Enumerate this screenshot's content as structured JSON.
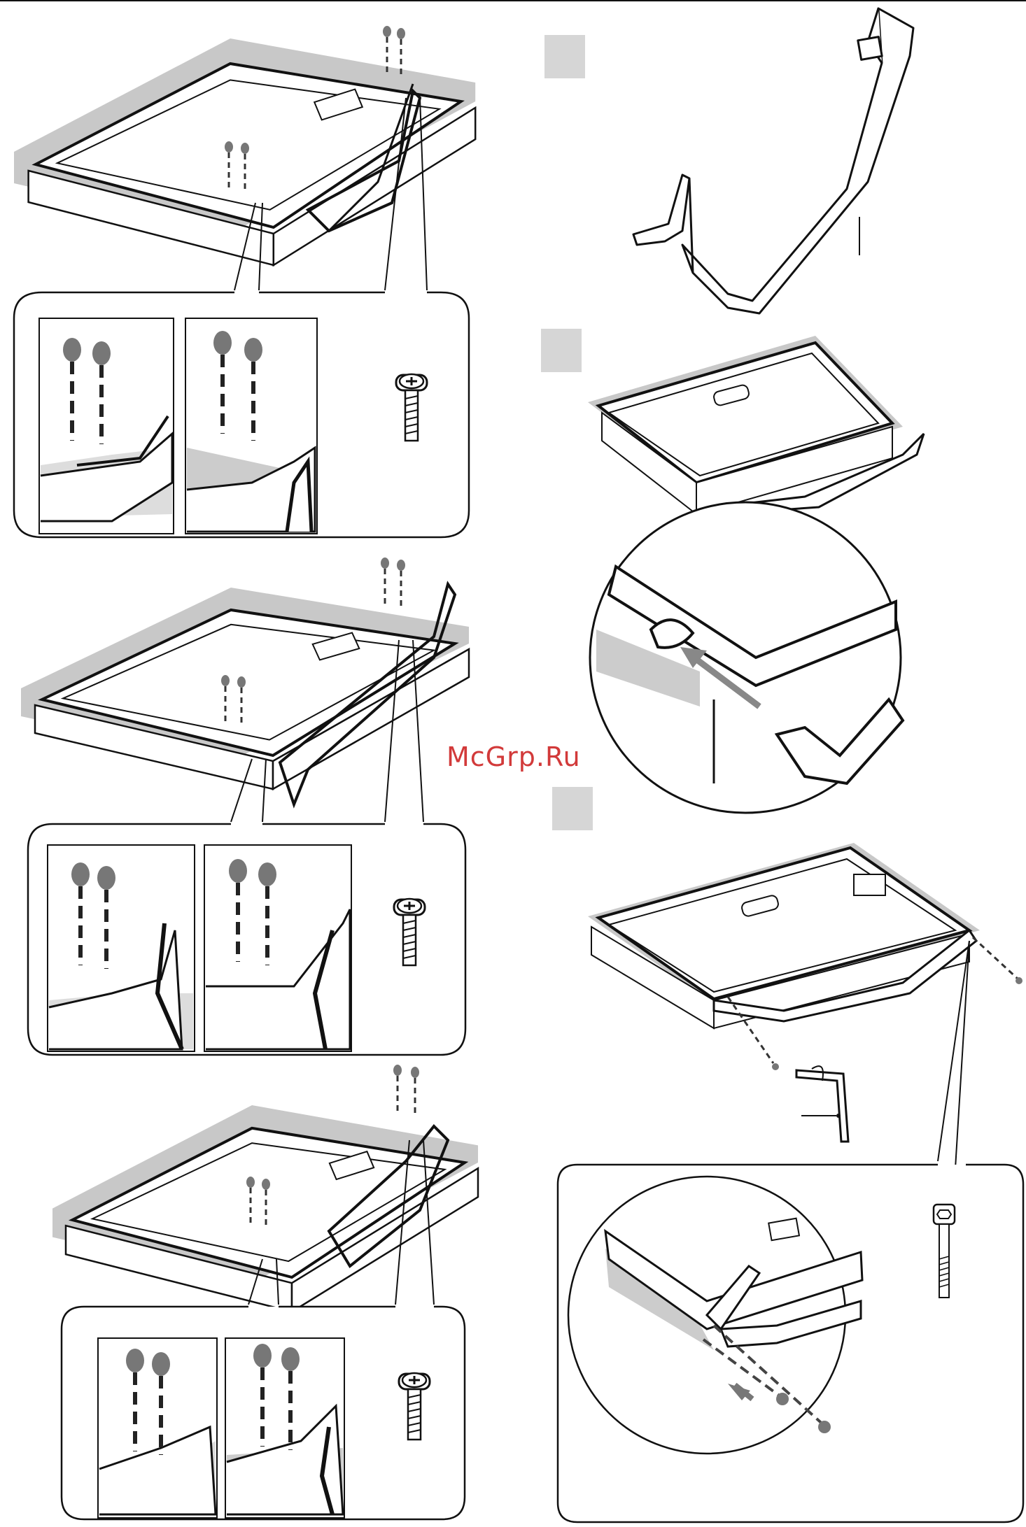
{
  "watermark": {
    "text": "McGrp.Ru",
    "color": "#d23a3a"
  },
  "colors": {
    "line": "#1a1a1a",
    "shadow": "#c8c8c8",
    "step_badge": "#d6d6d6"
  },
  "steps": [
    {
      "badge": "",
      "icon": "stand-base-icon"
    },
    {
      "badge": "",
      "icon": "tv-rear-stand-insert-icon"
    },
    {
      "badge": "",
      "icon": "tv-rear-screw-fix-icon"
    }
  ],
  "panels": [
    {
      "icon": "tv-rear-bracket-screw-icon",
      "screws": 4,
      "screw_type": "phillips-screw-icon"
    },
    {
      "icon": "tv-rear-bracket-screw-icon",
      "screws": 4,
      "screw_type": "phillips-screw-icon"
    },
    {
      "icon": "tv-rear-bracket-screw-icon",
      "screws": 4,
      "screw_type": "phillips-screw-icon"
    }
  ],
  "tools": {
    "allen_key": "allen-key-icon",
    "hex_screw": "hex-socket-screw-icon"
  }
}
